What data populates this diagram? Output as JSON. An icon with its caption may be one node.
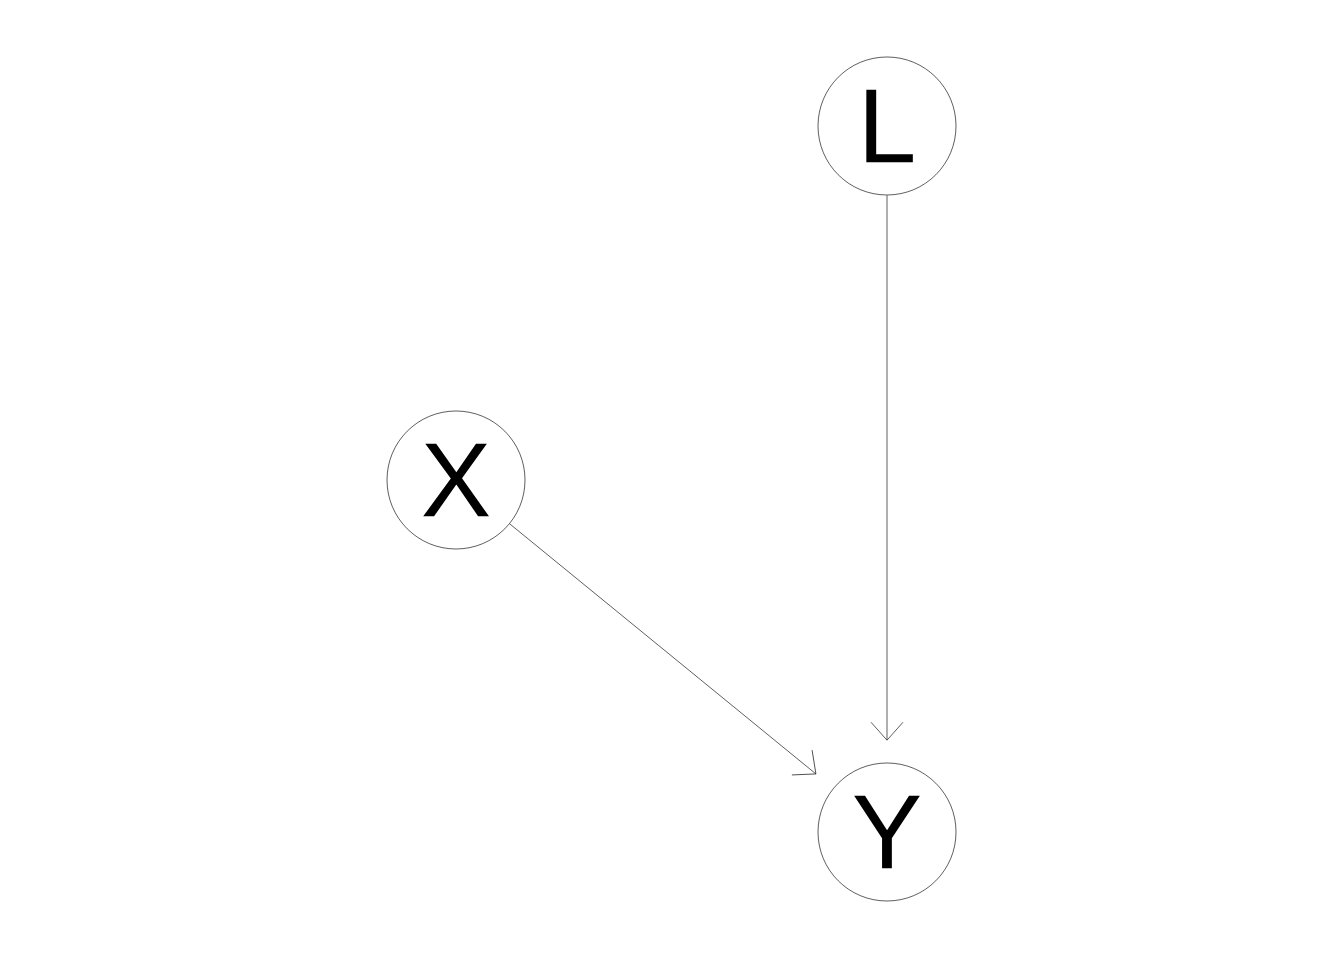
{
  "diagram": {
    "nodes": [
      {
        "text": [
          "L"
        ]
      },
      {
        "text": [
          "X"
        ]
      },
      {
        "text": [
          "Y"
        ]
      }
    ],
    "edges": [
      {
        "from": 1,
        "to": 2,
        "arrow": "to"
      },
      {
        "from": 0,
        "to": 2,
        "arrow": "to"
      }
    ]
  }
}
